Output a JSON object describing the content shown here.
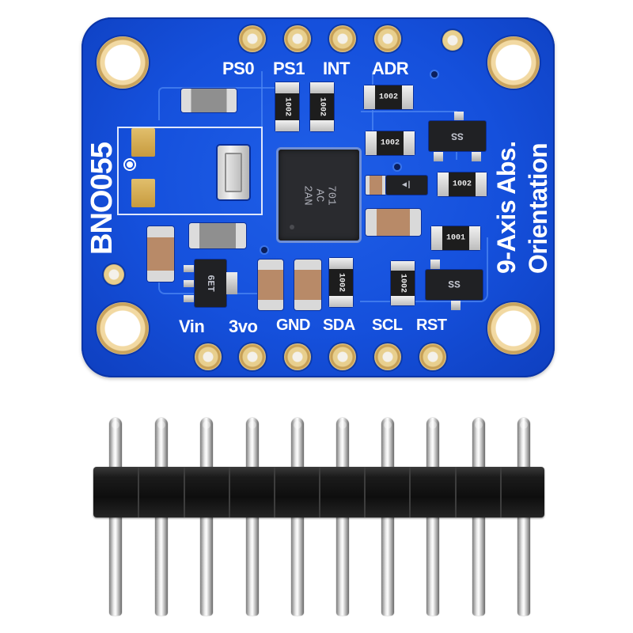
{
  "product": {
    "board_name": "BNO055",
    "board_subtitle_line1": "9-Axis Abs.",
    "board_subtitle_line2": "Orientation",
    "colors": {
      "pcb": "#1550dc",
      "silkscreen": "#ffffff",
      "gold": "#d8b36a",
      "header_plastic": "#111111"
    }
  },
  "top_pins": [
    {
      "label": "PS0"
    },
    {
      "label": "PS1"
    },
    {
      "label": "INT"
    },
    {
      "label": "ADR"
    }
  ],
  "bottom_pins": [
    {
      "label": "Vin"
    },
    {
      "label": "3vo"
    },
    {
      "label": "GND"
    },
    {
      "label": "SDA"
    },
    {
      "label": "SCL"
    },
    {
      "label": "RST"
    }
  ],
  "components": {
    "main_chip_markings": [
      "701",
      "AC",
      "2AN"
    ],
    "resistor_marking": "1002",
    "resistor_marking_alt": "1001",
    "regulator_marking": "6ET",
    "transistor_marking": "SS",
    "transistor_marking_2": "SS",
    "small_resistor_marking": "1002"
  },
  "header": {
    "pin_count": 10
  }
}
